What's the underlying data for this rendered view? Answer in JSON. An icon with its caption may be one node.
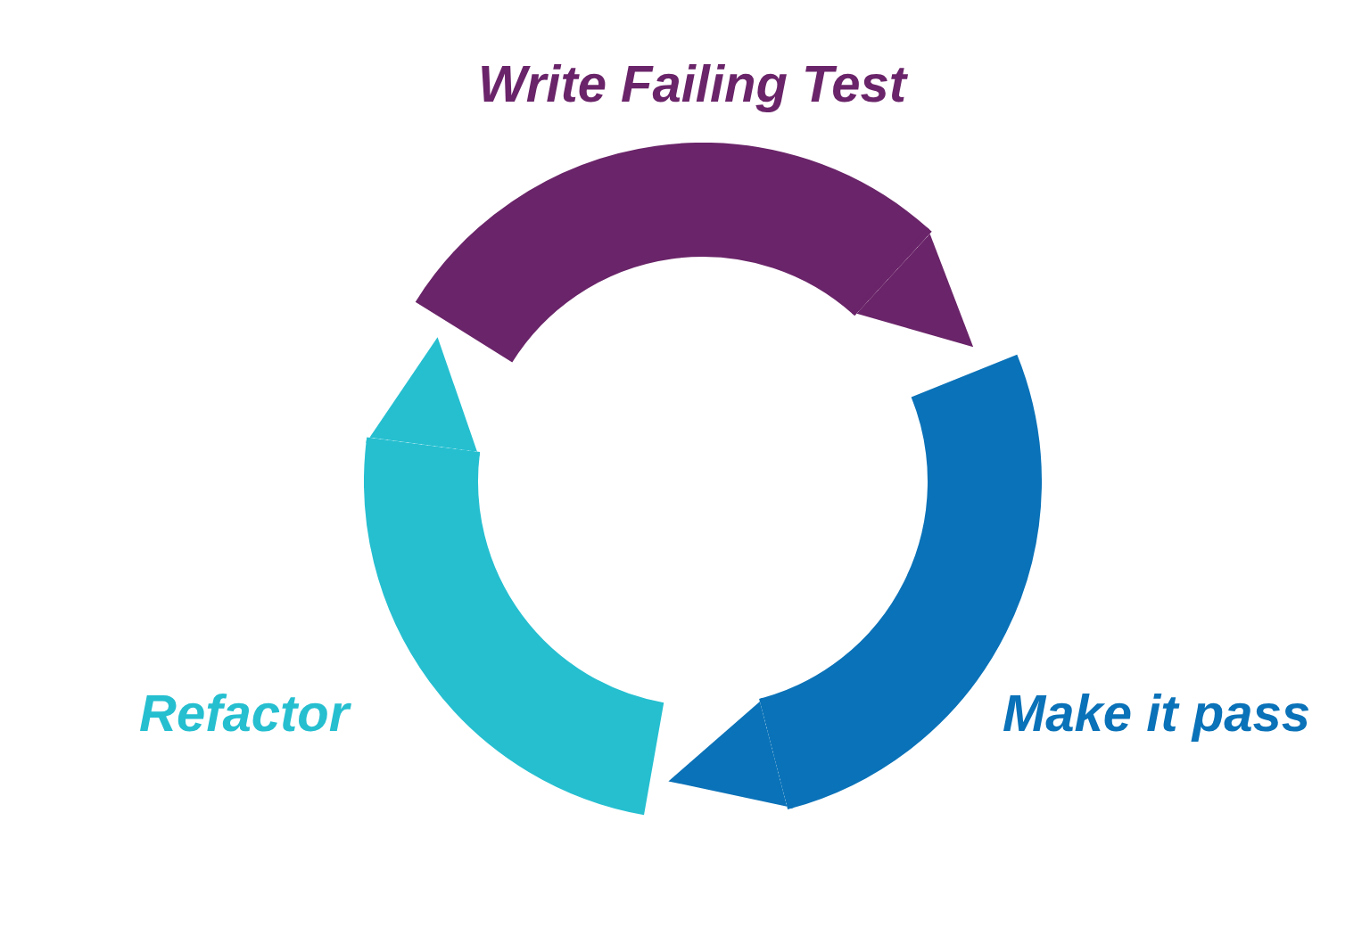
{
  "diagram": {
    "nodes": [
      {
        "text": [
          "Write Failing Test"
        ]
      },
      {
        "text": [
          "Make it pass"
        ]
      },
      {
        "text": [
          "Refactor"
        ]
      }
    ],
    "edges": [
      {
        "from": 0,
        "to": 1,
        "arrow": "to",
        "color": "#6a2469"
      },
      {
        "from": 1,
        "to": 2,
        "arrow": "to",
        "color": "#0a72b8"
      },
      {
        "from": 2,
        "to": 0,
        "arrow": "to",
        "color": "#25bfd0"
      }
    ]
  }
}
